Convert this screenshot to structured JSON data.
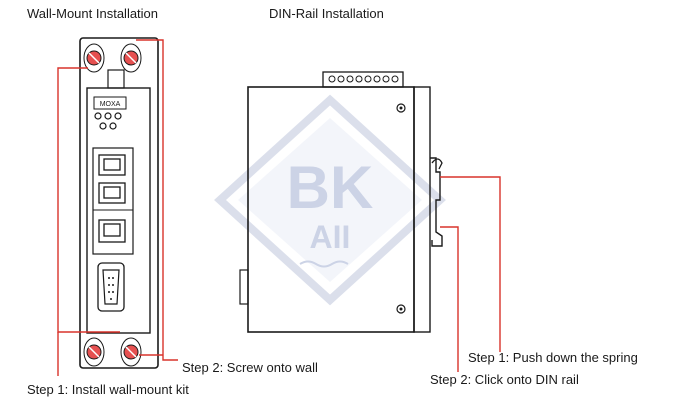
{
  "titles": {
    "wall_mount": "Wall-Mount Installation",
    "din_rail": "DIN-Rail Installation"
  },
  "device": {
    "brand": "MOXA"
  },
  "watermark": {
    "line1": "BK",
    "line2": "AII"
  },
  "wall_mount_steps": {
    "step1": "Step 1: Install wall-mount kit",
    "step2": "Step 2: Screw onto wall"
  },
  "din_rail_steps": {
    "step1": "Step 1: Push down the spring",
    "step2": "Step 2: Click onto DIN rail"
  },
  "colors": {
    "outline": "#1a1a1a",
    "callout": "#d9332b",
    "screw_fill": "#e65050",
    "watermark": "#9aa6c8"
  }
}
